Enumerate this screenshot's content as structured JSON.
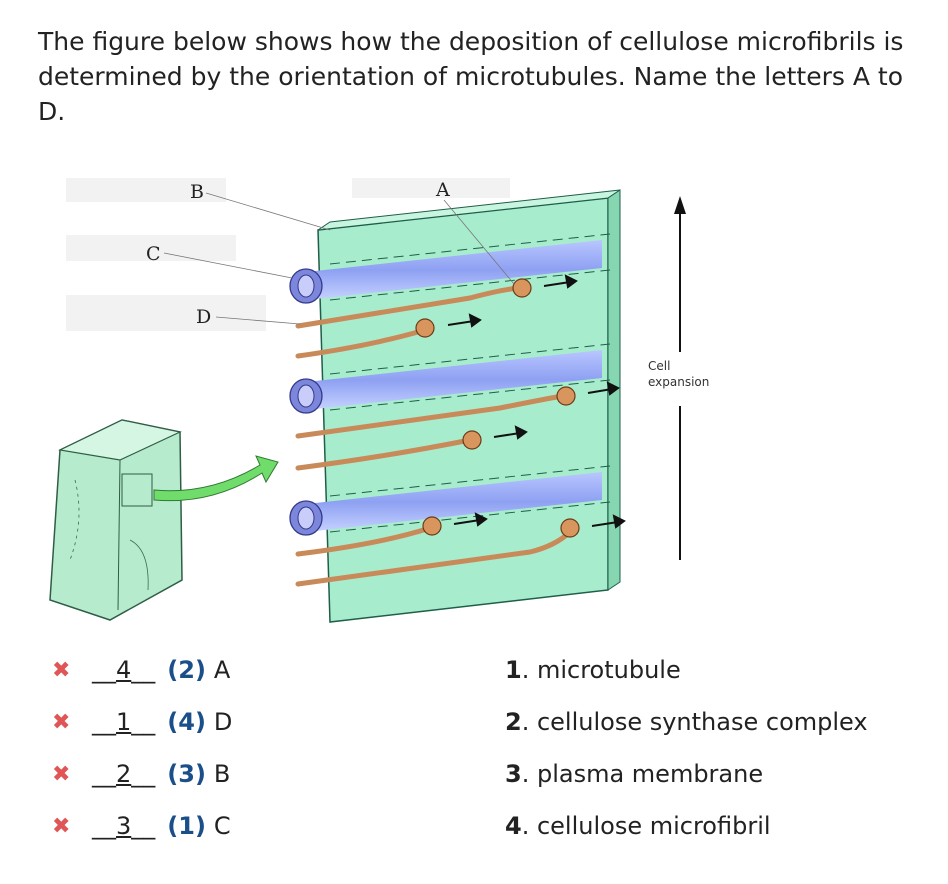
{
  "question": "The figure below shows how the deposition of cellulose microfibrils is determined by the orientation of microtubules. Name the letters A to D.",
  "figure": {
    "labels": {
      "a": "A",
      "b": "B",
      "c": "C",
      "d": "D"
    },
    "expansion_line1": "Cell",
    "expansion_line2": "expansion"
  },
  "answers": [
    {
      "blank": "4",
      "correct": "(2)",
      "term": "A"
    },
    {
      "blank": "1",
      "correct": "(4)",
      "term": "D"
    },
    {
      "blank": "2",
      "correct": "(3)",
      "term": "B"
    },
    {
      "blank": "3",
      "correct": "(1)",
      "term": "C"
    }
  ],
  "options": [
    {
      "num": "1",
      "text": "microtubule"
    },
    {
      "num": "2",
      "text": "cellulose synthase complex"
    },
    {
      "num": "3",
      "text": "plasma membrane"
    },
    {
      "num": "4",
      "text": "cellulose microfibril"
    }
  ],
  "wrong_mark": "✖"
}
